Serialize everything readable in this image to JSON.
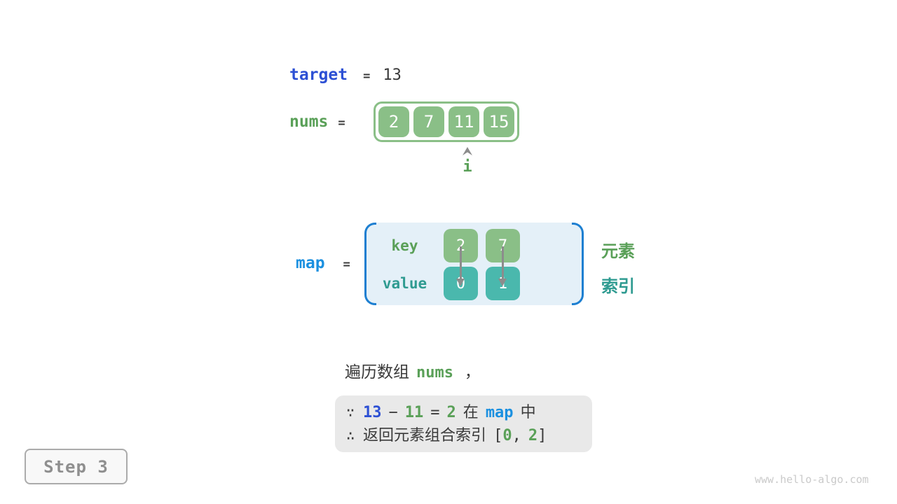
{
  "colors": {
    "target_blue": "#2d50d4",
    "map_blue": "#1b90e0",
    "label_green": "#5aa058",
    "label_teal": "#2f9b91",
    "cell_green": "#8abf87",
    "cell_teal": "#4ab8ad",
    "map_box_bg": "#e4f0f8",
    "map_bracket_blue": "#1d7fd1",
    "note_box_bg": "#e9e9e9",
    "arrow_gray": "#8c8c8c",
    "dark_text": "#3a3a3a"
  },
  "target": {
    "label": "target",
    "equals": "=",
    "value": "13"
  },
  "nums": {
    "label": "nums",
    "equals": "=",
    "values": [
      "2",
      "7",
      "11",
      "15"
    ],
    "pointer": {
      "label": "i",
      "points_to_value": "11"
    }
  },
  "map": {
    "label": "map",
    "equals": "=",
    "key_row_label": "key",
    "value_row_label": "value",
    "entries": [
      {
        "key": "2",
        "value": "0"
      },
      {
        "key": "7",
        "value": "1"
      }
    ],
    "side_label_top": "元素",
    "side_label_bottom": "索引"
  },
  "caption": {
    "prefix": "遍历数组",
    "code": "nums",
    "comma": "，"
  },
  "note": {
    "line1": {
      "because_sign": "∵",
      "n1": "13",
      "minus": "−",
      "n2": "11",
      "equals": "=",
      "n3": "2",
      "in_word": "在",
      "map_word": "map",
      "tail_word": "中"
    },
    "line2": {
      "therefore_sign": "∴",
      "text": "返回元素组合索引",
      "open_bracket": "[",
      "v1": "0",
      "comma": ",",
      "v2": "2",
      "close_bracket": "]"
    }
  },
  "step_badge": {
    "label": "Step 3"
  },
  "watermark": "www.hello-algo.com"
}
